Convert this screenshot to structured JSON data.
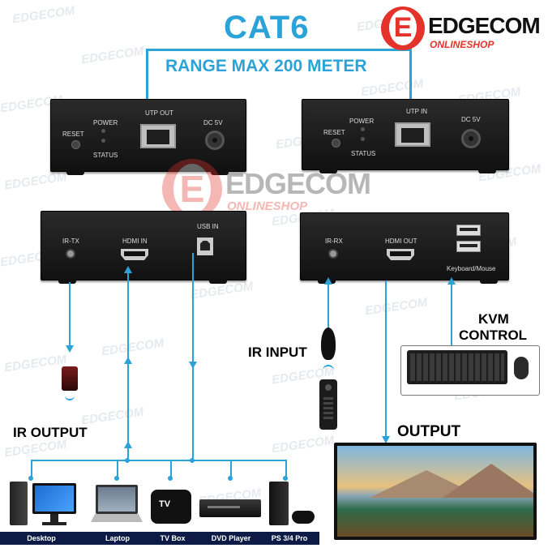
{
  "headline": {
    "title": "CAT6",
    "subtitle": "RANGE MAX 200 METER"
  },
  "brand": {
    "letter": "E",
    "name": "EDGECOM",
    "tagline": "ONLINESHOP"
  },
  "watermark": "EDGECOM",
  "transmitter_front": {
    "reset": "RESET",
    "power": "POWER",
    "status": "STATUS",
    "utp": "UTP OUT",
    "dc": "DC 5V"
  },
  "receiver_front": {
    "reset": "RESET",
    "power": "POWER",
    "status": "STATUS",
    "utp": "UTP IN",
    "dc": "DC 5V"
  },
  "transmitter_back": {
    "ir": "IR-TX",
    "hdmi": "HDMI IN",
    "usb": "USB IN"
  },
  "receiver_back": {
    "ir": "IR-RX",
    "hdmi": "HDMI OUT",
    "usb": "Keyboard/Mouse"
  },
  "captions": {
    "ir_output": "IR OUTPUT",
    "ir_input": "IR INPUT",
    "output": "OUTPUT",
    "kvm_line1": "KVM",
    "kvm_line2": "CONTROL"
  },
  "sources": [
    {
      "label": "Desktop",
      "icon": "desktop-icon"
    },
    {
      "label": "Laptop",
      "icon": "laptop-icon"
    },
    {
      "label": "TV Box",
      "icon": "tv-box-icon"
    },
    {
      "label": "DVD Player",
      "icon": "dvd-player-icon"
    },
    {
      "label": "PS 3/4 Pro",
      "icon": "game-console-icon"
    }
  ],
  "tv_box_mark": "TV",
  "colors": {
    "accent": "#2ba3d8",
    "brand_red": "#e4332b",
    "device_bar": "#0c1b46"
  }
}
